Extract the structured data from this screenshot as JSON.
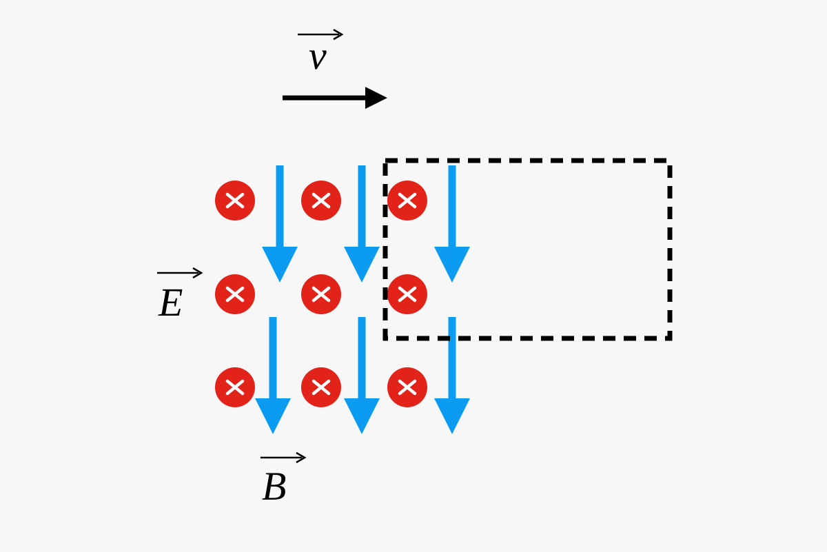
{
  "labels": {
    "velocity": "v",
    "electric_field": "E",
    "magnetic_field": "B"
  },
  "colors": {
    "background": "#f7f7f7",
    "field_into_page": "#e2231a",
    "field_arrow": "#0b9bf0",
    "velocity_arrow": "#000000",
    "region_border": "#000000",
    "cross_mark": "#ffffff"
  },
  "icons": {
    "field_into_page": "circle-cross-icon",
    "field_arrow": "arrow-down-icon",
    "velocity_arrow": "arrow-right-icon"
  },
  "diagram": {
    "field_into_page_grid": {
      "rows": 3,
      "cols": 3
    },
    "field_arrow_grid": {
      "rows": 2,
      "cols": 3
    },
    "region_border_style": "dashed"
  }
}
